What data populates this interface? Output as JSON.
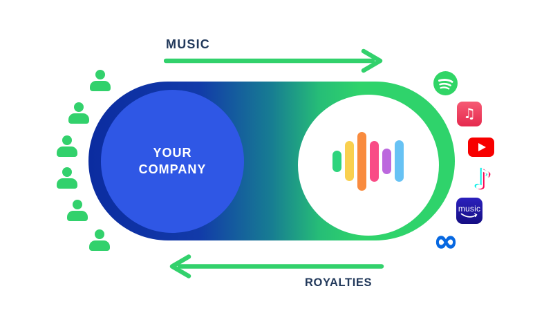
{
  "diagram": {
    "flow_top_label": "MUSIC",
    "flow_bottom_label": "ROYALTIES"
  },
  "company_circle": {
    "line1": "YOUR",
    "line2": "COMPANY"
  },
  "audience": {
    "count": 6
  },
  "waveform": {
    "bars": [
      {
        "color": "#2ed47d",
        "height": 31
      },
      {
        "color": "#f9d04f",
        "height": 58
      },
      {
        "color": "#f98b3e",
        "height": 85
      },
      {
        "color": "#f94c86",
        "height": 59
      },
      {
        "color": "#bc68de",
        "height": 37
      },
      {
        "color": "#67c2f4",
        "height": 60
      }
    ]
  },
  "platforms": [
    {
      "id": "spotify",
      "name": "Spotify"
    },
    {
      "id": "apple-music",
      "name": "Apple Music",
      "glyph": "♫"
    },
    {
      "id": "youtube",
      "name": "YouTube"
    },
    {
      "id": "tiktok",
      "name": "TikTok",
      "glyph": "♪"
    },
    {
      "id": "amazon-music",
      "name": "Amazon Music",
      "text": "music"
    },
    {
      "id": "meta",
      "name": "Meta",
      "glyph": "∞"
    }
  ],
  "colors": {
    "accent_green": "#32d16c",
    "label_navy": "#22395b",
    "company_blue": "#2f57e5",
    "pill_dark_blue": "#0b2ca0",
    "pill_green": "#2fd36b",
    "spotify_green": "#30d566",
    "apple_red": "#e52a4e",
    "youtube_red": "#f70000",
    "tiktok_cyan": "#00f2ea",
    "tiktok_red": "#ff0050",
    "amazon_indigo": "#2b20bd",
    "meta_blue": "#0768e1"
  }
}
